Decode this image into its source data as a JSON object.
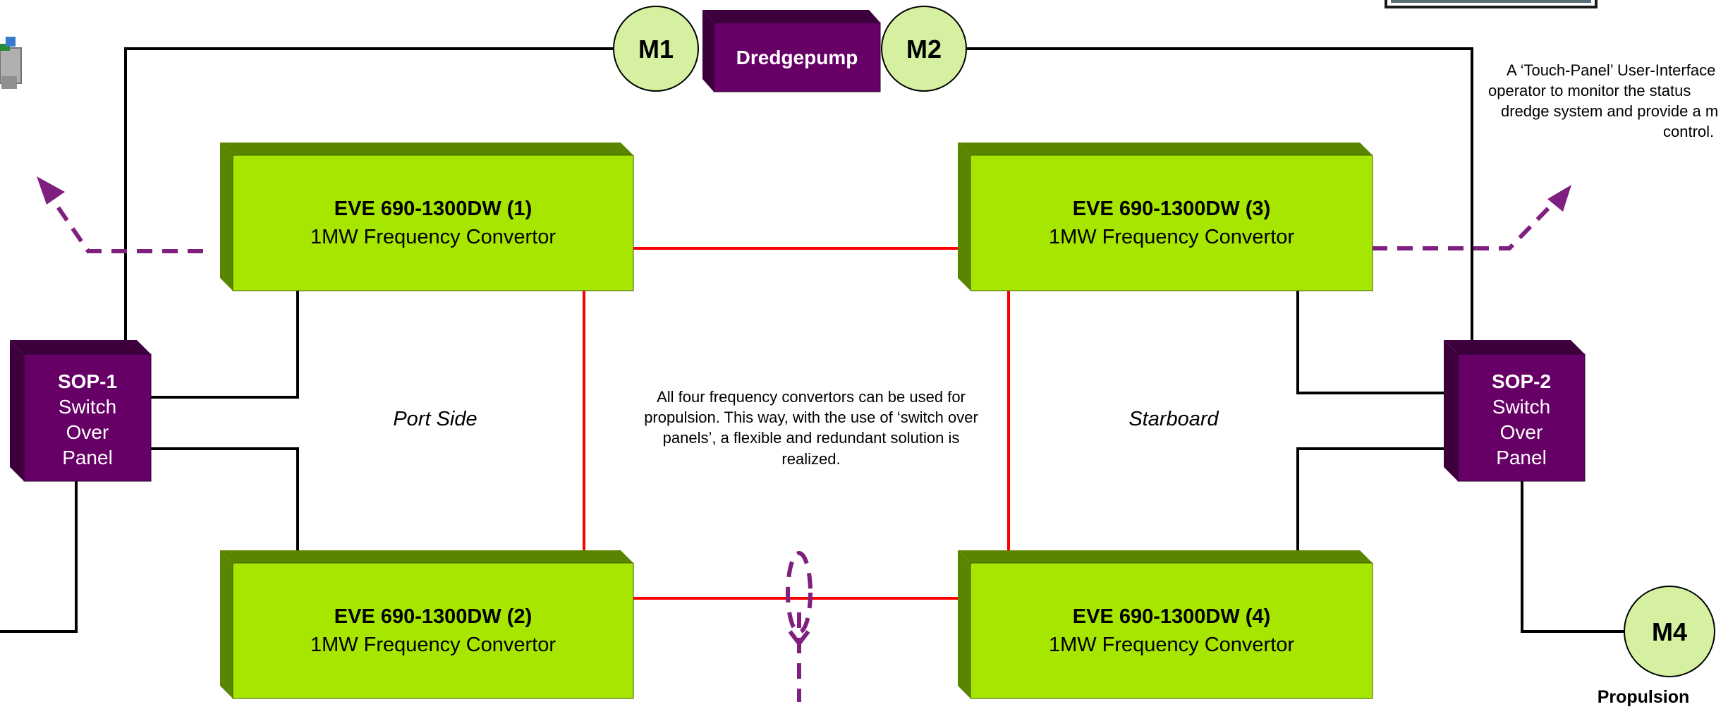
{
  "motors": {
    "m1": "M1",
    "m2": "M2",
    "m4": "M4"
  },
  "dredgepump_label": "Dredgepump",
  "convertors": [
    {
      "model": "EVE 690-1300DW (1)",
      "description": "1MW Frequency Convertor"
    },
    {
      "model": "EVE 690-1300DW (2)",
      "description": "1MW Frequency Convertor"
    },
    {
      "model": "EVE 690-1300DW (3)",
      "description": "1MW Frequency Convertor"
    },
    {
      "model": "EVE 690-1300DW (4)",
      "description": "1MW Frequency Convertor"
    }
  ],
  "switch_panels": [
    {
      "code": "SOP-1",
      "lines": [
        "Switch",
        "Over",
        "Panel"
      ]
    },
    {
      "code": "SOP-2",
      "lines": [
        "Switch",
        "Over",
        "Panel"
      ]
    }
  ],
  "sides": {
    "port": "Port Side",
    "starboard": "Starboard"
  },
  "center_note": [
    "All four frequency convertors can be used for",
    "propulsion. This way, with the use of ‘switch over",
    "panels’, a flexible and redundant solution is",
    "realized."
  ],
  "touch_panel_note": [
    "A ‘Touch-Panel’ User-Interface",
    "operator to monitor the status",
    "dredge system and provide a m",
    "control."
  ],
  "propulsion_label": "Propulsion",
  "colors": {
    "convertor_face": "#a6e600",
    "convertor_side": "#5a8500",
    "panel_face": "#660066",
    "panel_side": "#3d003d",
    "motor_fill": "#d4f0a0",
    "power_line": "#ff0000",
    "signal_arrow": "#7f1f7f",
    "wire": "#000000"
  }
}
